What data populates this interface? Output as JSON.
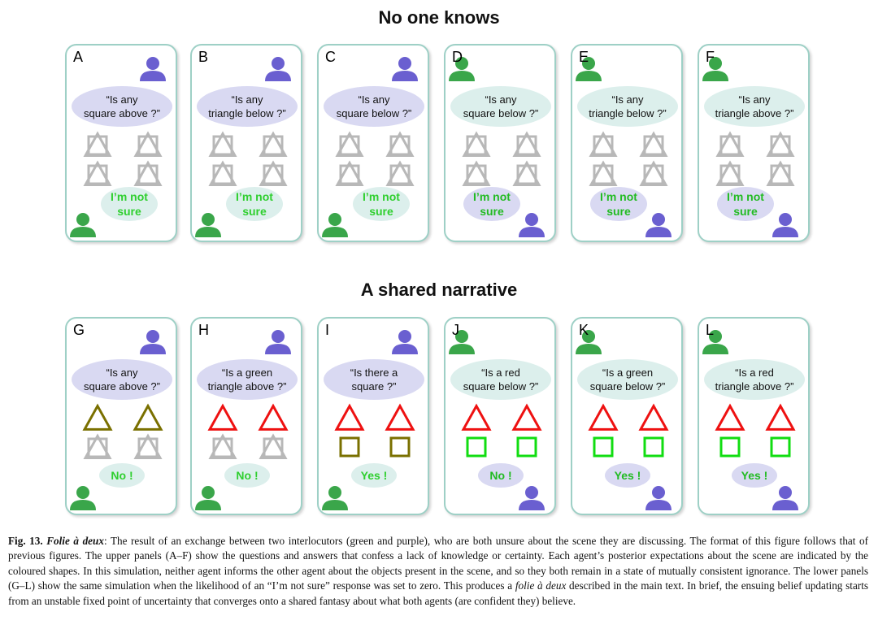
{
  "titles": {
    "top": "No one knows",
    "bottom": "A shared narrative"
  },
  "colors": {
    "green_agent": "#3aa64a",
    "purple_agent": "#6a5fd0",
    "grey_shape": "#b8b8b8",
    "olive": "#7a7000",
    "red": "#ee1111",
    "lime": "#11dd11",
    "panel_border": "#9ed0c6"
  },
  "panels": [
    {
      "letter": "A",
      "asker": "purple",
      "question": [
        "“Is any",
        "square above ?”"
      ],
      "answer": [
        "I’m not",
        "sure"
      ],
      "top_shapes": "grey",
      "bottom_shapes": "grey"
    },
    {
      "letter": "B",
      "asker": "purple",
      "question": [
        "“Is any",
        "triangle below ?”"
      ],
      "answer": [
        "I’m not",
        "sure"
      ],
      "top_shapes": "grey",
      "bottom_shapes": "grey"
    },
    {
      "letter": "C",
      "asker": "purple",
      "question": [
        "“Is any",
        "square below ?”"
      ],
      "answer": [
        "I’m not",
        "sure"
      ],
      "top_shapes": "grey",
      "bottom_shapes": "grey"
    },
    {
      "letter": "D",
      "asker": "green",
      "question": [
        "“Is any",
        "square below ?”"
      ],
      "answer": [
        "I’m not",
        "sure"
      ],
      "top_shapes": "grey",
      "bottom_shapes": "grey"
    },
    {
      "letter": "E",
      "asker": "green",
      "question": [
        "“Is any",
        "triangle below ?”"
      ],
      "answer": [
        "I’m not",
        "sure"
      ],
      "top_shapes": "grey",
      "bottom_shapes": "grey"
    },
    {
      "letter": "F",
      "asker": "green",
      "question": [
        "“Is any",
        "triangle above ?”"
      ],
      "answer": [
        "I’m not",
        "sure"
      ],
      "top_shapes": "grey",
      "bottom_shapes": "grey"
    },
    {
      "letter": "G",
      "asker": "purple",
      "question": [
        "“Is any",
        "square above ?”"
      ],
      "answer": [
        "No !"
      ],
      "top_shapes": "olive-triangle",
      "bottom_shapes": "grey"
    },
    {
      "letter": "H",
      "asker": "purple",
      "question": [
        "“Is a green",
        "triangle above ?”"
      ],
      "answer": [
        "No !"
      ],
      "top_shapes": "red-triangle",
      "bottom_shapes": "grey"
    },
    {
      "letter": "I",
      "asker": "purple",
      "question": [
        "“Is there a",
        "square ?”"
      ],
      "answer": [
        "Yes !"
      ],
      "top_shapes": "red-triangle",
      "bottom_shapes": "olive-square"
    },
    {
      "letter": "J",
      "asker": "green",
      "question": [
        "“Is a red",
        "square below ?”"
      ],
      "answer": [
        "No !"
      ],
      "top_shapes": "red-triangle",
      "bottom_shapes": "lime-square"
    },
    {
      "letter": "K",
      "asker": "green",
      "question": [
        "“Is a green",
        "square below ?”"
      ],
      "answer": [
        "Yes !"
      ],
      "top_shapes": "red-triangle",
      "bottom_shapes": "lime-square"
    },
    {
      "letter": "L",
      "asker": "green",
      "question": [
        "“Is a red",
        "triangle above ?”"
      ],
      "answer": [
        "Yes !"
      ],
      "top_shapes": "red-triangle",
      "bottom_shapes": "lime-square"
    }
  ],
  "caption": {
    "label": "Fig. 13.",
    "title": "Folie à deux",
    "text_1": ": The result of an exchange between two interlocutors (green and purple), who are both unsure about the scene they are discussing. The format of this figure follows that of previous figures. The upper panels (A–F) show the questions and answers that confess a lack of knowledge or certainty. Each agent’s posterior expectations about the scene are indicated by the coloured shapes. In this simulation, neither agent informs the other agent about the objects present in the scene, and so they both remain in a state of mutually consistent ignorance. The lower panels (G–L) show the same simulation when the likelihood of an “I’m not sure” response was set to zero. This produces a ",
    "emph": "folie à deux",
    "text_2": " described in the main text. In brief, the ensuing belief updating starts from an unstable fixed point of uncertainty that converges onto a shared fantasy about what both agents (are confident they) believe."
  }
}
